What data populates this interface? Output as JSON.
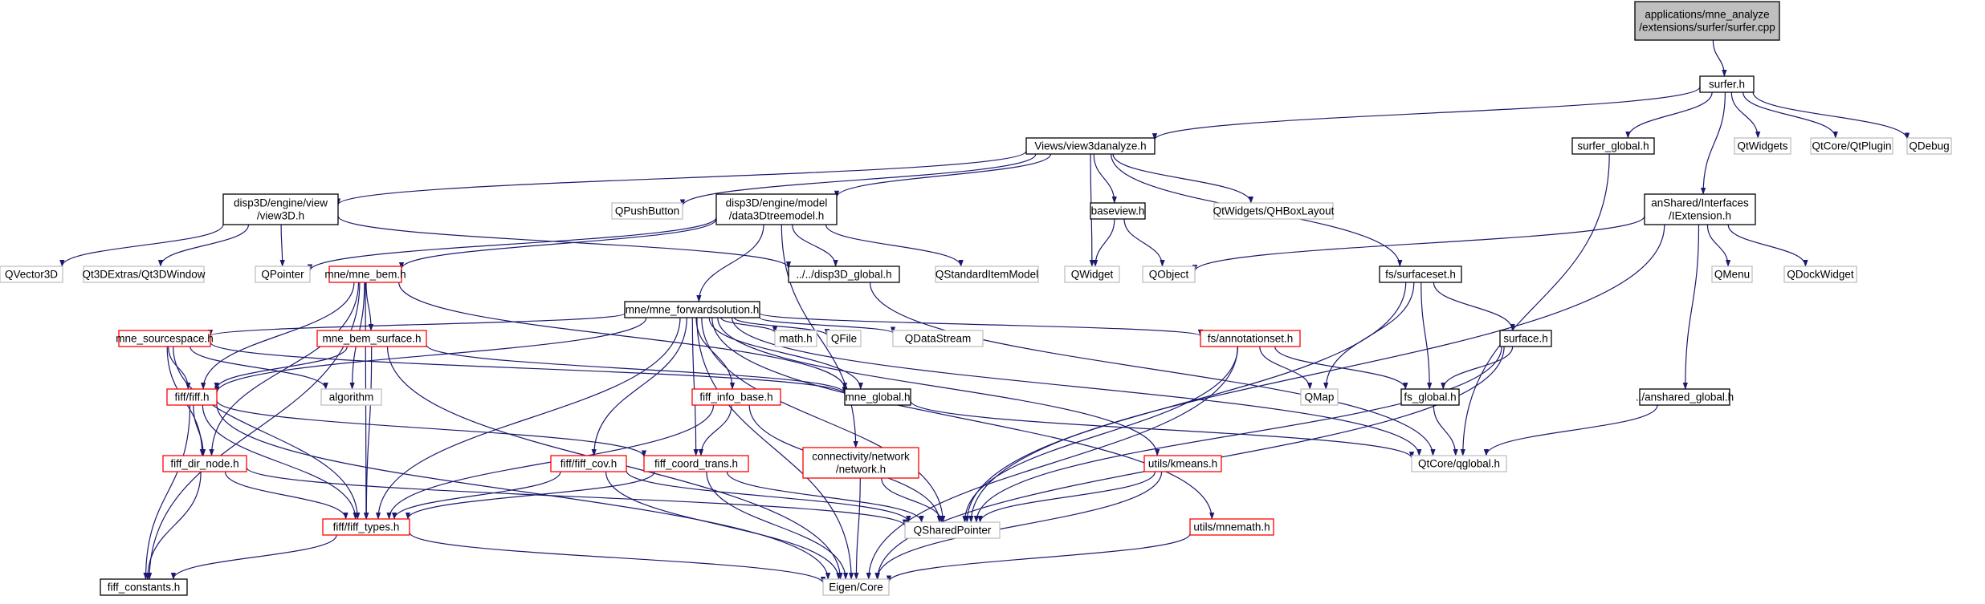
{
  "colors": {
    "root_fill": "#bfbfbf",
    "doc_border": "#000000",
    "ext_border": "#bfbfbf",
    "trunc_border": "#ff0000",
    "edge": "#191970",
    "background": "#ffffff"
  },
  "nodes": [
    {
      "id": "root",
      "type": "root",
      "lines": [
        "applications/mne_analyze",
        "/extensions/surfer/surfer.cpp"
      ]
    },
    {
      "id": "surfer_h",
      "type": "doc",
      "lines": [
        "surfer.h"
      ]
    },
    {
      "id": "view3danalyze",
      "type": "doc",
      "lines": [
        "Views/view3danalyze.h"
      ]
    },
    {
      "id": "surfer_global",
      "type": "doc",
      "lines": [
        "surfer_global.h"
      ]
    },
    {
      "id": "qwidgets",
      "type": "ext",
      "lines": [
        "QtWidgets"
      ]
    },
    {
      "id": "qtplugin",
      "type": "ext",
      "lines": [
        "QtCore/QtPlugin"
      ]
    },
    {
      "id": "qdebug",
      "type": "ext",
      "lines": [
        "QDebug"
      ]
    },
    {
      "id": "view3d",
      "type": "doc",
      "lines": [
        "disp3D/engine/view",
        "/view3D.h"
      ]
    },
    {
      "id": "qpushbutton",
      "type": "ext",
      "lines": [
        "QPushButton"
      ]
    },
    {
      "id": "data3dtree",
      "type": "doc",
      "lines": [
        "disp3D/engine/model",
        "/data3Dtreemodel.h"
      ]
    },
    {
      "id": "baseview",
      "type": "doc",
      "lines": [
        "baseview.h"
      ]
    },
    {
      "id": "qhboxlayout",
      "type": "ext",
      "lines": [
        "QtWidgets/QHBoxLayout"
      ]
    },
    {
      "id": "iextension",
      "type": "doc",
      "lines": [
        "anShared/Interfaces",
        "/IExtension.h"
      ]
    },
    {
      "id": "qvector3d",
      "type": "ext",
      "lines": [
        "QVector3D"
      ]
    },
    {
      "id": "qt3dwindow",
      "type": "ext",
      "lines": [
        "Qt3DExtras/Qt3DWindow"
      ]
    },
    {
      "id": "qpointer",
      "type": "ext",
      "lines": [
        "QPointer"
      ]
    },
    {
      "id": "mne_bem",
      "type": "trunc",
      "lines": [
        "mne/mne_bem.h"
      ]
    },
    {
      "id": "disp3d_global",
      "type": "doc",
      "lines": [
        "../../disp3D_global.h"
      ]
    },
    {
      "id": "qstandarditem",
      "type": "ext",
      "lines": [
        "QStandardItemModel"
      ]
    },
    {
      "id": "qwidget",
      "type": "ext",
      "lines": [
        "QWidget"
      ]
    },
    {
      "id": "qobject",
      "type": "ext",
      "lines": [
        "QObject"
      ]
    },
    {
      "id": "qmenu",
      "type": "ext",
      "lines": [
        "QMenu"
      ]
    },
    {
      "id": "qdockwidget",
      "type": "ext",
      "lines": [
        "QDockWidget"
      ]
    },
    {
      "id": "fwdsolution",
      "type": "doc",
      "lines": [
        "mne/mne_forwardsolution.h"
      ]
    },
    {
      "id": "surfaceset",
      "type": "doc",
      "lines": [
        "fs/surfaceset.h"
      ]
    },
    {
      "id": "sourcespace",
      "type": "trunc",
      "lines": [
        "mne_sourcespace.h"
      ]
    },
    {
      "id": "bem_surface",
      "type": "trunc",
      "lines": [
        "mne_bem_surface.h"
      ]
    },
    {
      "id": "math_h",
      "type": "ext",
      "lines": [
        "math.h"
      ]
    },
    {
      "id": "qfile",
      "type": "ext",
      "lines": [
        "QFile"
      ]
    },
    {
      "id": "qdatastream",
      "type": "ext",
      "lines": [
        "QDataStream"
      ]
    },
    {
      "id": "annotationset",
      "type": "trunc",
      "lines": [
        "fs/annotationset.h"
      ]
    },
    {
      "id": "surface_h",
      "type": "doc",
      "lines": [
        "surface.h"
      ]
    },
    {
      "id": "fiff_h",
      "type": "trunc",
      "lines": [
        "fiff/fiff.h"
      ]
    },
    {
      "id": "algorithm",
      "type": "ext",
      "lines": [
        "algorithm"
      ]
    },
    {
      "id": "mne_global",
      "type": "doc",
      "lines": [
        "mne_global.h"
      ]
    },
    {
      "id": "fiff_info_base",
      "type": "trunc",
      "lines": [
        "fiff_info_base.h"
      ]
    },
    {
      "id": "qmap",
      "type": "ext",
      "lines": [
        "QMap"
      ]
    },
    {
      "id": "fs_global",
      "type": "doc",
      "lines": [
        "fs_global.h"
      ]
    },
    {
      "id": "anshared_global",
      "type": "doc",
      "lines": [
        "../anshared_global.h"
      ]
    },
    {
      "id": "network",
      "type": "trunc",
      "lines": [
        "connectivity/network",
        "/network.h"
      ]
    },
    {
      "id": "fiff_dir_node",
      "type": "trunc",
      "lines": [
        "fiff_dir_node.h"
      ]
    },
    {
      "id": "fiff_cov",
      "type": "trunc",
      "lines": [
        "fiff/fiff_cov.h"
      ]
    },
    {
      "id": "fiff_coord_trans",
      "type": "trunc",
      "lines": [
        "fiff_coord_trans.h"
      ]
    },
    {
      "id": "kmeans",
      "type": "trunc",
      "lines": [
        "utils/kmeans.h"
      ]
    },
    {
      "id": "qglobal",
      "type": "ext",
      "lines": [
        "QtCore/qglobal.h"
      ]
    },
    {
      "id": "qsharedpointer",
      "type": "ext",
      "lines": [
        "QSharedPointer"
      ]
    },
    {
      "id": "fiff_types",
      "type": "trunc",
      "lines": [
        "fiff/fiff_types.h"
      ]
    },
    {
      "id": "mnemath",
      "type": "trunc",
      "lines": [
        "utils/mnemath.h"
      ]
    },
    {
      "id": "fiff_constants",
      "type": "doc",
      "lines": [
        "fiff_constants.h"
      ]
    },
    {
      "id": "eigen_core",
      "type": "ext",
      "lines": [
        "Eigen/Core"
      ]
    }
  ],
  "edges": [
    [
      "root",
      "surfer_h"
    ],
    [
      "surfer_h",
      "view3danalyze"
    ],
    [
      "surfer_h",
      "surfer_global"
    ],
    [
      "surfer_h",
      "qwidgets"
    ],
    [
      "surfer_h",
      "qtplugin"
    ],
    [
      "surfer_h",
      "qdebug"
    ],
    [
      "surfer_h",
      "iextension"
    ],
    [
      "view3danalyze",
      "view3d"
    ],
    [
      "view3danalyze",
      "qpushbutton"
    ],
    [
      "view3danalyze",
      "data3dtree"
    ],
    [
      "view3danalyze",
      "baseview"
    ],
    [
      "view3danalyze",
      "qwidget"
    ],
    [
      "view3danalyze",
      "qhboxlayout"
    ],
    [
      "view3danalyze",
      "surfaceset"
    ],
    [
      "surfer_global",
      "qglobal"
    ],
    [
      "view3d",
      "qvector3d"
    ],
    [
      "view3d",
      "qt3dwindow"
    ],
    [
      "view3d",
      "qpointer"
    ],
    [
      "view3d",
      "disp3d_global"
    ],
    [
      "data3dtree",
      "qpointer"
    ],
    [
      "data3dtree",
      "mne_bem"
    ],
    [
      "data3dtree",
      "disp3d_global"
    ],
    [
      "data3dtree",
      "qstandarditem"
    ],
    [
      "data3dtree",
      "fwdsolution"
    ],
    [
      "data3dtree",
      "network"
    ],
    [
      "baseview",
      "qwidget"
    ],
    [
      "baseview",
      "qobject"
    ],
    [
      "iextension",
      "qobject"
    ],
    [
      "iextension",
      "qmenu"
    ],
    [
      "iextension",
      "qdockwidget"
    ],
    [
      "iextension",
      "anshared_global"
    ],
    [
      "iextension",
      "qsharedpointer"
    ],
    [
      "disp3d_global",
      "qglobal"
    ],
    [
      "mne_bem",
      "bem_surface"
    ],
    [
      "mne_bem",
      "algorithm"
    ],
    [
      "mne_bem",
      "mne_global"
    ],
    [
      "mne_bem",
      "fiff_h"
    ],
    [
      "mne_bem",
      "fiff_dir_node"
    ],
    [
      "mne_bem",
      "fiff_types"
    ],
    [
      "mne_bem",
      "fiff_constants"
    ],
    [
      "fwdsolution",
      "sourcespace"
    ],
    [
      "fwdsolution",
      "math_h"
    ],
    [
      "fwdsolution",
      "qfile"
    ],
    [
      "fwdsolution",
      "qdatastream"
    ],
    [
      "fwdsolution",
      "annotationset"
    ],
    [
      "fwdsolution",
      "mne_global"
    ],
    [
      "fwdsolution",
      "fiff_info_base"
    ],
    [
      "fwdsolution",
      "fiff_cov"
    ],
    [
      "fwdsolution",
      "fiff_coord_trans"
    ],
    [
      "fwdsolution",
      "kmeans"
    ],
    [
      "fwdsolution",
      "mnemath"
    ],
    [
      "fwdsolution",
      "qsharedpointer"
    ],
    [
      "fwdsolution",
      "eigen_core"
    ],
    [
      "fwdsolution",
      "fiff_types"
    ],
    [
      "fwdsolution",
      "fiff_h"
    ],
    [
      "fwdsolution",
      "qglobal"
    ],
    [
      "surfaceset",
      "surface_h"
    ],
    [
      "surfaceset",
      "qmap"
    ],
    [
      "surfaceset",
      "fs_global"
    ],
    [
      "surfaceset",
      "qsharedpointer"
    ],
    [
      "sourcespace",
      "fiff_h"
    ],
    [
      "sourcespace",
      "algorithm"
    ],
    [
      "sourcespace",
      "mne_global"
    ],
    [
      "sourcespace",
      "fiff_dir_node"
    ],
    [
      "sourcespace",
      "fiff_types"
    ],
    [
      "bem_surface",
      "fiff_h"
    ],
    [
      "bem_surface",
      "mne_global"
    ],
    [
      "bem_surface",
      "fiff_types"
    ],
    [
      "bem_surface",
      "eigen_core"
    ],
    [
      "annotationset",
      "qmap"
    ],
    [
      "annotationset",
      "fs_global"
    ],
    [
      "annotationset",
      "qsharedpointer"
    ],
    [
      "annotationset",
      "eigen_core"
    ],
    [
      "surface_h",
      "fs_global"
    ],
    [
      "surface_h",
      "qsharedpointer"
    ],
    [
      "surface_h",
      "eigen_core"
    ],
    [
      "fs_global",
      "qglobal"
    ],
    [
      "anshared_global",
      "qglobal"
    ],
    [
      "mne_global",
      "qglobal"
    ],
    [
      "fiff_h",
      "fiff_dir_node"
    ],
    [
      "fiff_h",
      "fiff_coord_trans"
    ],
    [
      "fiff_h",
      "fiff_types"
    ],
    [
      "fiff_h",
      "fiff_constants"
    ],
    [
      "fiff_h",
      "eigen_core"
    ],
    [
      "fiff_info_base",
      "fiff_coord_trans"
    ],
    [
      "fiff_info_base",
      "fiff_types"
    ],
    [
      "fiff_info_base",
      "qsharedpointer"
    ],
    [
      "network",
      "qsharedpointer"
    ],
    [
      "network",
      "eigen_core"
    ],
    [
      "fiff_dir_node",
      "fiff_types"
    ],
    [
      "fiff_dir_node",
      "fiff_constants"
    ],
    [
      "fiff_dir_node",
      "qsharedpointer"
    ],
    [
      "fiff_cov",
      "fiff_types"
    ],
    [
      "fiff_cov",
      "qsharedpointer"
    ],
    [
      "fiff_cov",
      "eigen_core"
    ],
    [
      "fiff_coord_trans",
      "fiff_types"
    ],
    [
      "fiff_coord_trans",
      "qsharedpointer"
    ],
    [
      "fiff_coord_trans",
      "eigen_core"
    ],
    [
      "kmeans",
      "qsharedpointer"
    ],
    [
      "kmeans",
      "eigen_core"
    ],
    [
      "fiff_types",
      "fiff_constants"
    ],
    [
      "fiff_types",
      "eigen_core"
    ],
    [
      "mnemath",
      "eigen_core"
    ]
  ]
}
